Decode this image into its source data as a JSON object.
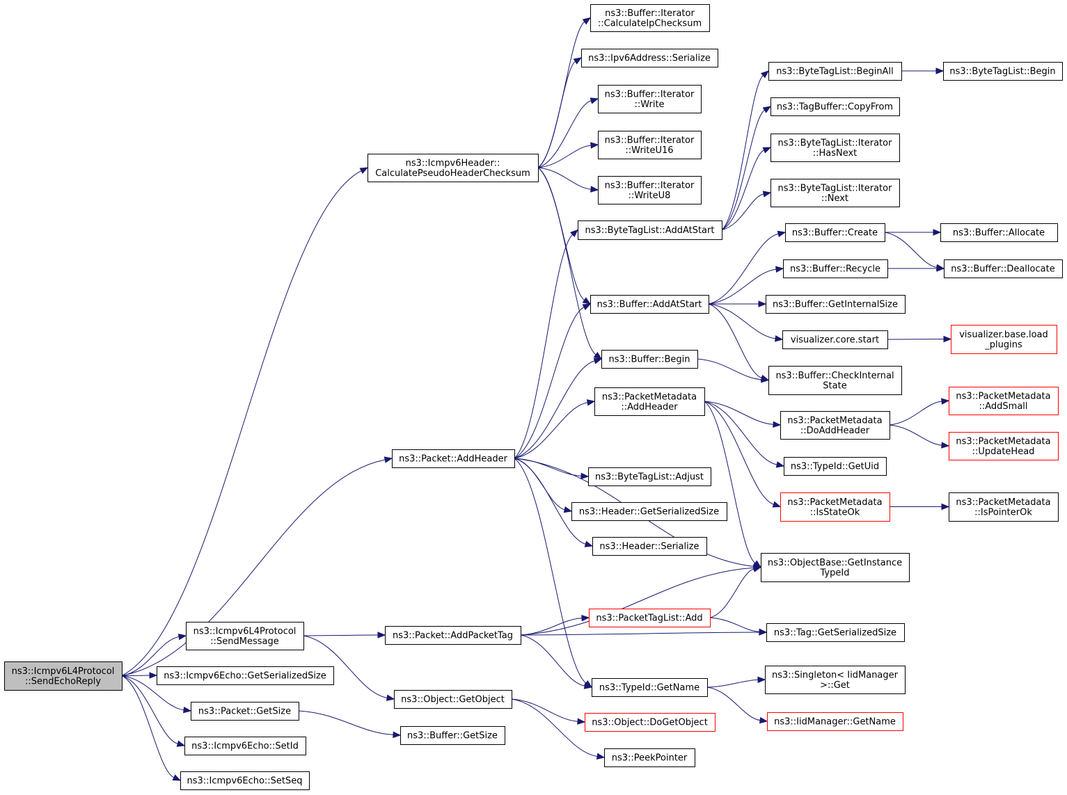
{
  "colors": {
    "edge": "#191970",
    "node_border": "#000000",
    "node_border_incomplete": "#ff0000",
    "root_fill": "#bfbfbf",
    "node_fill": "#ffffff"
  },
  "nodes": [
    {
      "id": "root",
      "lines": [
        "ns3::Icmpv6L4Protocol",
        "::SendEchoReply"
      ],
      "style": "root"
    },
    {
      "id": "ch",
      "lines": [
        "ns3::Icmpv6Header::",
        "CalculatePseudoHeaderChecksum"
      ]
    },
    {
      "id": "ipchk",
      "lines": [
        "ns3::Buffer::Iterator",
        "::CalculateIpChecksum"
      ]
    },
    {
      "id": "ip6ser",
      "lines": [
        "ns3::Ipv6Address::Serialize"
      ]
    },
    {
      "id": "write",
      "lines": [
        "ns3::Buffer::Iterator",
        "::Write"
      ]
    },
    {
      "id": "w16",
      "lines": [
        "ns3::Buffer::Iterator",
        "::WriteU16"
      ]
    },
    {
      "id": "w8",
      "lines": [
        "ns3::Buffer::Iterator",
        "::WriteU8"
      ]
    },
    {
      "id": "btlaas",
      "lines": [
        "ns3::ByteTagList::AddAtStart"
      ]
    },
    {
      "id": "beginall",
      "lines": [
        "ns3::ByteTagList::BeginAll"
      ]
    },
    {
      "id": "btlbegin",
      "lines": [
        "ns3::ByteTagList::Begin"
      ]
    },
    {
      "id": "copyfrom",
      "lines": [
        "ns3::TagBuffer::CopyFrom"
      ]
    },
    {
      "id": "hasnext",
      "lines": [
        "ns3::ByteTagList::Iterator",
        "::HasNext"
      ]
    },
    {
      "id": "next",
      "lines": [
        "ns3::ByteTagList::Iterator",
        "::Next"
      ]
    },
    {
      "id": "create",
      "lines": [
        "ns3::Buffer::Create"
      ]
    },
    {
      "id": "allocate",
      "lines": [
        "ns3::Buffer::Allocate"
      ]
    },
    {
      "id": "recycle",
      "lines": [
        "ns3::Buffer::Recycle"
      ]
    },
    {
      "id": "dealloc",
      "lines": [
        "ns3::Buffer::Deallocate"
      ]
    },
    {
      "id": "baas",
      "lines": [
        "ns3::Buffer::AddAtStart"
      ]
    },
    {
      "id": "getinternal",
      "lines": [
        "ns3::Buffer::GetInternalSize"
      ]
    },
    {
      "id": "vcstart",
      "lines": [
        "visualizer.core.start"
      ]
    },
    {
      "id": "vbload",
      "lines": [
        "visualizer.base.load",
        "_plugins"
      ],
      "style": "incomplete"
    },
    {
      "id": "bbegin",
      "lines": [
        "ns3::Buffer::Begin"
      ]
    },
    {
      "id": "checkint",
      "lines": [
        "ns3::Buffer::CheckInternal",
        "State"
      ]
    },
    {
      "id": "pmaddh",
      "lines": [
        "ns3::PacketMetadata",
        "::AddHeader"
      ]
    },
    {
      "id": "doaddh",
      "lines": [
        "ns3::PacketMetadata",
        "::DoAddHeader"
      ]
    },
    {
      "id": "addsmall",
      "lines": [
        "ns3::PacketMetadata",
        "::AddSmall"
      ],
      "style": "incomplete"
    },
    {
      "id": "updatehead",
      "lines": [
        "ns3::PacketMetadata",
        "::UpdateHead"
      ],
      "style": "incomplete"
    },
    {
      "id": "getuid",
      "lines": [
        "ns3::TypeId::GetUid"
      ]
    },
    {
      "id": "isstateok",
      "lines": [
        "ns3::PacketMetadata",
        "::IsStateOk"
      ],
      "style": "incomplete"
    },
    {
      "id": "isptrok",
      "lines": [
        "ns3::PacketMetadata",
        "::IsPointerOk"
      ]
    },
    {
      "id": "paddh",
      "lines": [
        "ns3::Packet::AddHeader"
      ]
    },
    {
      "id": "btladjust",
      "lines": [
        "ns3::ByteTagList::Adjust"
      ]
    },
    {
      "id": "hgss",
      "lines": [
        "ns3::Header::GetSerializedSize"
      ]
    },
    {
      "id": "hser",
      "lines": [
        "ns3::Header::Serialize"
      ]
    },
    {
      "id": "obgit",
      "lines": [
        "ns3::ObjectBase::GetInstance",
        "TypeId"
      ]
    },
    {
      "id": "sendmsg",
      "lines": [
        "ns3::Icmpv6L4Protocol",
        "::SendMessage"
      ]
    },
    {
      "id": "addptag",
      "lines": [
        "ns3::Packet::AddPacketTag"
      ]
    },
    {
      "id": "ptladd",
      "lines": [
        "ns3::PacketTagList::Add"
      ],
      "style": "incomplete"
    },
    {
      "id": "taggss",
      "lines": [
        "ns3::Tag::GetSerializedSize"
      ]
    },
    {
      "id": "echogss",
      "lines": [
        "ns3::Icmpv6Echo::GetSerializedSize"
      ]
    },
    {
      "id": "tidgetname",
      "lines": [
        "ns3::TypeId::GetName"
      ]
    },
    {
      "id": "singleton",
      "lines": [
        "ns3::Singleton< IidManager",
        ">::Get"
      ]
    },
    {
      "id": "iidgetname",
      "lines": [
        "ns3::IidManager::GetName"
      ],
      "style": "incomplete"
    },
    {
      "id": "getobj",
      "lines": [
        "ns3::Object::GetObject"
      ]
    },
    {
      "id": "dogetobj",
      "lines": [
        "ns3::Object::DoGetObject"
      ],
      "style": "incomplete"
    },
    {
      "id": "peekptr",
      "lines": [
        "ns3::PeekPointer"
      ]
    },
    {
      "id": "pgetsize",
      "lines": [
        "ns3::Packet::GetSize"
      ]
    },
    {
      "id": "bgetsize",
      "lines": [
        "ns3::Buffer::GetSize"
      ]
    },
    {
      "id": "setid",
      "lines": [
        "ns3::Icmpv6Echo::SetId"
      ]
    },
    {
      "id": "setseq",
      "lines": [
        "ns3::Icmpv6Echo::SetSeq"
      ]
    }
  ],
  "edges": [
    [
      "root",
      "ch"
    ],
    [
      "root",
      "paddh"
    ],
    [
      "root",
      "sendmsg"
    ],
    [
      "root",
      "echogss"
    ],
    [
      "root",
      "pgetsize"
    ],
    [
      "root",
      "setid"
    ],
    [
      "root",
      "setseq"
    ],
    [
      "ch",
      "ipchk"
    ],
    [
      "ch",
      "ip6ser"
    ],
    [
      "ch",
      "write"
    ],
    [
      "ch",
      "w16"
    ],
    [
      "ch",
      "w8"
    ],
    [
      "ch",
      "baas"
    ],
    [
      "ch",
      "bbegin"
    ],
    [
      "btlaas",
      "beginall"
    ],
    [
      "btlaas",
      "copyfrom"
    ],
    [
      "btlaas",
      "hasnext"
    ],
    [
      "btlaas",
      "next"
    ],
    [
      "beginall",
      "btlbegin"
    ],
    [
      "baas",
      "create"
    ],
    [
      "baas",
      "recycle"
    ],
    [
      "baas",
      "getinternal"
    ],
    [
      "baas",
      "vcstart"
    ],
    [
      "baas",
      "checkint"
    ],
    [
      "create",
      "allocate"
    ],
    [
      "create",
      "dealloc"
    ],
    [
      "recycle",
      "dealloc"
    ],
    [
      "vcstart",
      "vbload"
    ],
    [
      "bbegin",
      "checkint"
    ],
    [
      "pmaddh",
      "doaddh"
    ],
    [
      "pmaddh",
      "getuid"
    ],
    [
      "pmaddh",
      "isstateok"
    ],
    [
      "pmaddh",
      "obgit"
    ],
    [
      "doaddh",
      "addsmall"
    ],
    [
      "doaddh",
      "updatehead"
    ],
    [
      "isstateok",
      "isptrok"
    ],
    [
      "paddh",
      "btlaas"
    ],
    [
      "paddh",
      "baas"
    ],
    [
      "paddh",
      "bbegin"
    ],
    [
      "paddh",
      "pmaddh"
    ],
    [
      "paddh",
      "obgit"
    ],
    [
      "paddh",
      "btladjust"
    ],
    [
      "paddh",
      "hgss"
    ],
    [
      "paddh",
      "hser"
    ],
    [
      "paddh",
      "tidgetname"
    ],
    [
      "sendmsg",
      "addptag"
    ],
    [
      "sendmsg",
      "getobj"
    ],
    [
      "addptag",
      "obgit"
    ],
    [
      "addptag",
      "ptladd"
    ],
    [
      "addptag",
      "taggss"
    ],
    [
      "addptag",
      "tidgetname"
    ],
    [
      "ptladd",
      "obgit"
    ],
    [
      "ptladd",
      "taggss"
    ],
    [
      "tidgetname",
      "singleton"
    ],
    [
      "tidgetname",
      "iidgetname"
    ],
    [
      "getobj",
      "dogetobj"
    ],
    [
      "getobj",
      "peekptr"
    ],
    [
      "pgetsize",
      "bgetsize"
    ]
  ]
}
